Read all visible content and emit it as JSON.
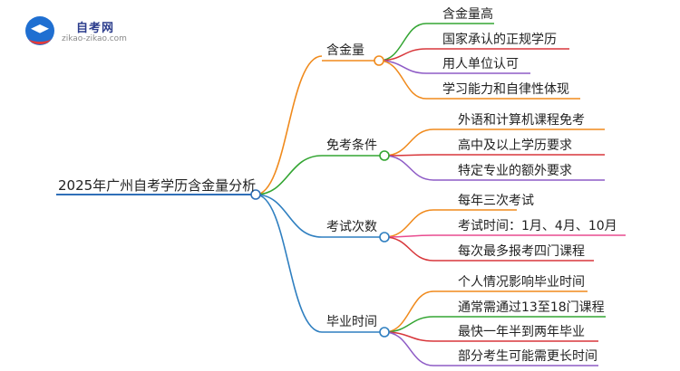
{
  "logo": {
    "title": "自考网",
    "url": "zikao-zikao.com"
  },
  "root": "2025年广州自考学历含金量分析",
  "colors": {
    "root": "#2f6fb8",
    "b1": "#f08a1c",
    "b2": "#33a532",
    "b3": "#2f7fc0",
    "l_orange": "#f08a1c",
    "l_green": "#33a532",
    "l_red": "#d8373b",
    "l_purple": "#8e5bc6",
    "l_pink": "#e94b8f"
  },
  "branches": [
    {
      "label": "含金量",
      "leaves": [
        "含金量高",
        "国家承认的正规学历",
        "用人单位认可",
        "学习能力和自律性体现"
      ]
    },
    {
      "label": "免考条件",
      "leaves": [
        "外语和计算机课程免考",
        "高中及以上学历要求",
        "特定专业的额外要求"
      ]
    },
    {
      "label": "考试次数",
      "leaves": [
        "每年三次考试",
        "考试时间：1月、4月、10月",
        "每次最多报考四门课程"
      ]
    },
    {
      "label": "毕业时间",
      "leaves": [
        "个人情况影响毕业时间",
        "通常需通过13至18门课程",
        "最快一年半到两年毕业",
        "部分考生可能需更长时间"
      ]
    }
  ]
}
